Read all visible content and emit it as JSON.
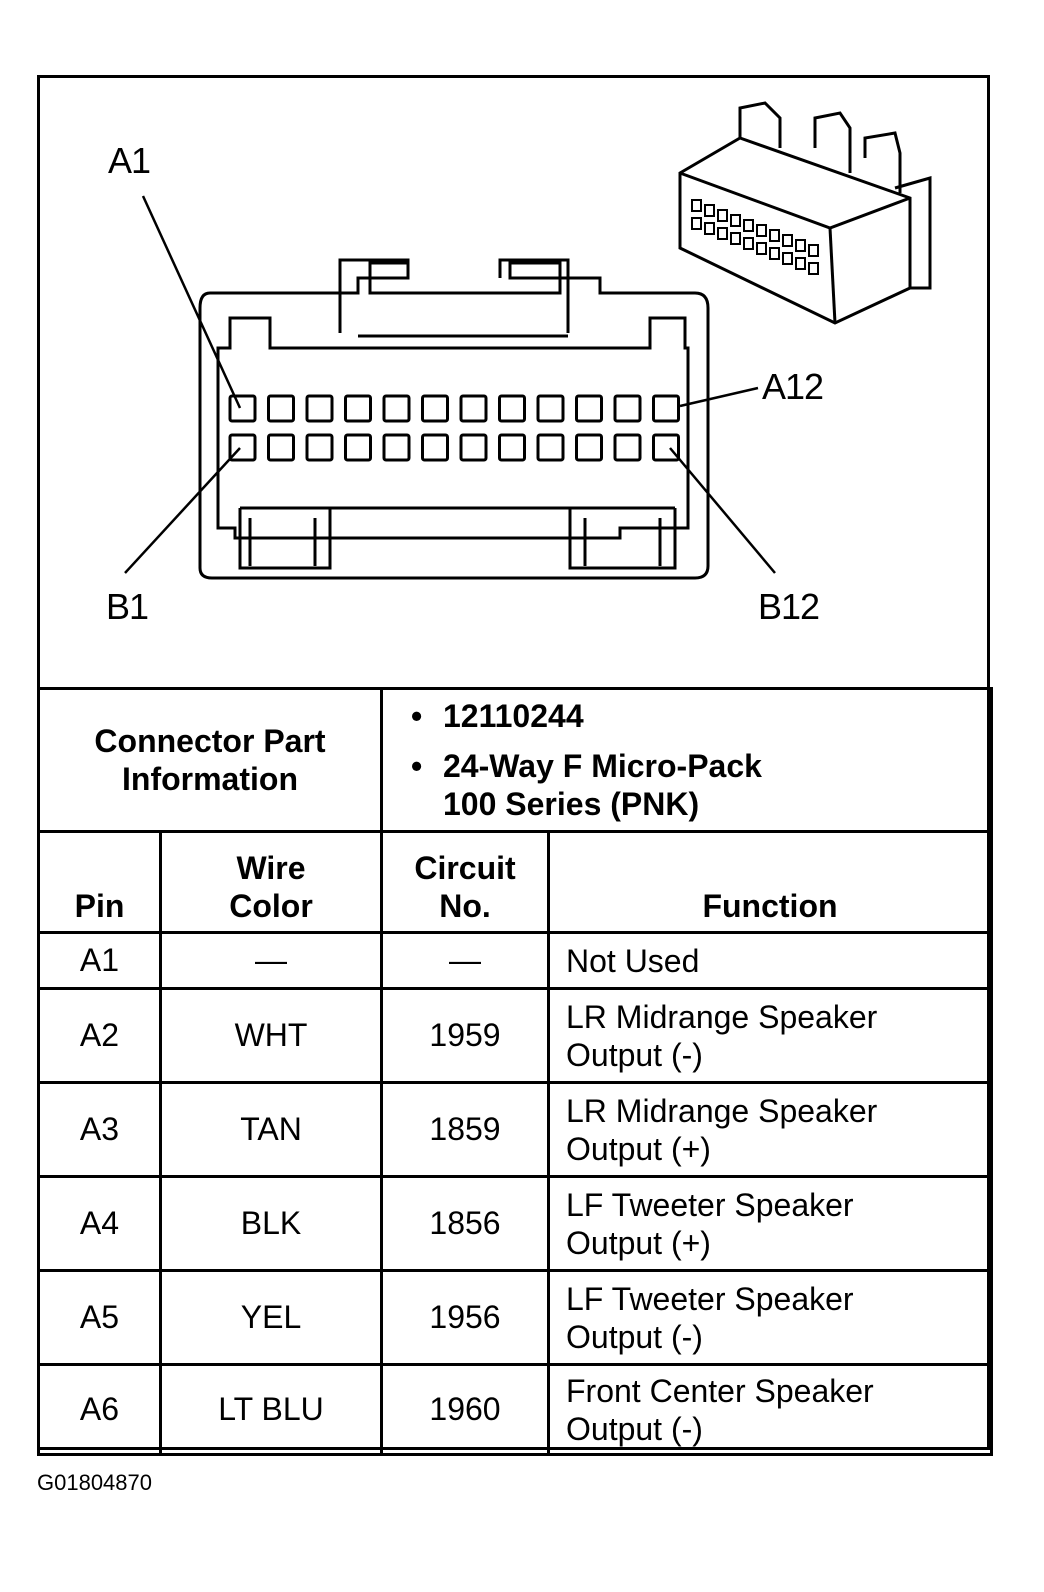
{
  "diagram": {
    "labels": {
      "a1": "A1",
      "a12": "A12",
      "b1": "B1",
      "b12": "B12"
    },
    "pins_per_row": 12
  },
  "connector_info": {
    "label_line1": "Connector Part",
    "label_line2": "Information",
    "part_number": "12110244",
    "description_line1": "24-Way F Micro-Pack",
    "description_line2": "100 Series (PNK)"
  },
  "table": {
    "headers": {
      "pin": "Pin",
      "wire_color_line1": "Wire",
      "wire_color_line2": "Color",
      "circuit_line1": "Circuit",
      "circuit_line2": "No.",
      "function": "Function"
    },
    "rows": [
      {
        "pin": "A1",
        "wire": "—",
        "circuit": "—",
        "function1": "Not Used",
        "function2": ""
      },
      {
        "pin": "A2",
        "wire": "WHT",
        "circuit": "1959",
        "function1": "LR Midrange Speaker",
        "function2": "Output (-)"
      },
      {
        "pin": "A3",
        "wire": "TAN",
        "circuit": "1859",
        "function1": "LR Midrange Speaker",
        "function2": "Output (+)"
      },
      {
        "pin": "A4",
        "wire": "BLK",
        "circuit": "1856",
        "function1": "LF Tweeter Speaker",
        "function2": "Output (+)"
      },
      {
        "pin": "A5",
        "wire": "YEL",
        "circuit": "1956",
        "function1": "LF Tweeter Speaker",
        "function2": "Output (-)"
      },
      {
        "pin": "A6",
        "wire": "LT BLU",
        "circuit": "1960",
        "function1": "Front Center Speaker",
        "function2": "Output (-)"
      }
    ]
  },
  "footer": {
    "code": "G01804870"
  }
}
